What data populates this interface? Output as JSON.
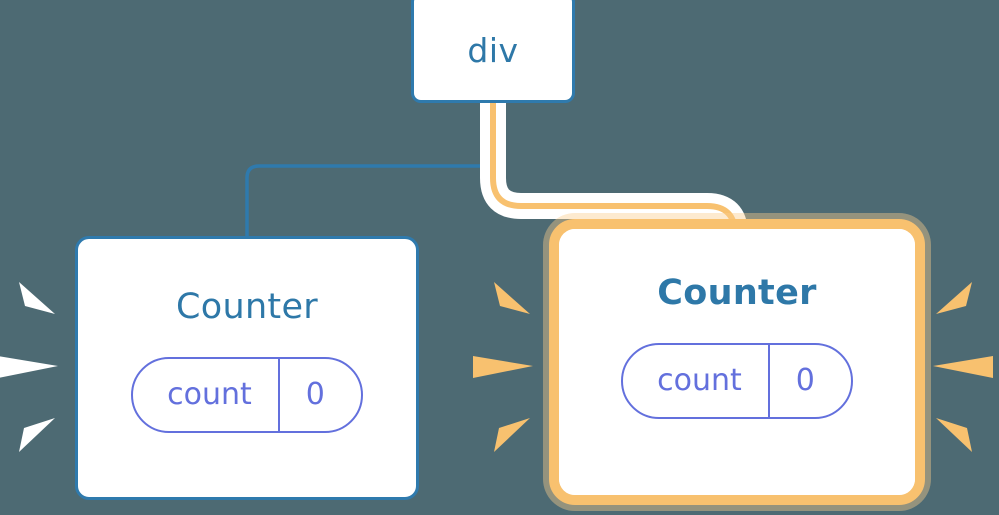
{
  "diagram": {
    "type": "component-tree",
    "background_color": "#4d6a73",
    "nodes": [
      {
        "id": "div",
        "label": "div",
        "role": "root-element",
        "border_color": "#2f7aad",
        "highlighted": false
      },
      {
        "id": "counter-left",
        "label": "Counter",
        "role": "component",
        "border_color": "#2f7aad",
        "highlighted": false,
        "state": {
          "key": "count",
          "value": "0",
          "color": "#6370dd"
        }
      },
      {
        "id": "counter-right",
        "label": "Counter",
        "role": "component",
        "border_color": "#f8c16f",
        "highlighted": true,
        "state": {
          "key": "count",
          "value": "0",
          "color": "#6370dd"
        }
      }
    ],
    "edges": [
      {
        "from": "div",
        "to": "counter-left",
        "color": "#2f7aad",
        "highlighted": false
      },
      {
        "from": "div",
        "to": "counter-right",
        "color": "#f8c16f",
        "highlighted": true
      }
    ],
    "bursts": [
      {
        "id": "burst-left-white",
        "color": "#ffffff",
        "direction": "right",
        "rays": 3
      },
      {
        "id": "burst-mid-orange",
        "color": "#f8c16f",
        "direction": "right",
        "rays": 3
      },
      {
        "id": "burst-right-orange",
        "color": "#f8c16f",
        "direction": "left",
        "rays": 3
      }
    ],
    "colors": {
      "background": "#4d6a73",
      "node_border_blue": "#2f7aad",
      "node_text_blue": "#2e78a8",
      "highlight_orange": "#f8c16f",
      "highlight_glow": "#fbd79f",
      "state_purple": "#6370dd",
      "node_fill": "#ffffff"
    }
  }
}
